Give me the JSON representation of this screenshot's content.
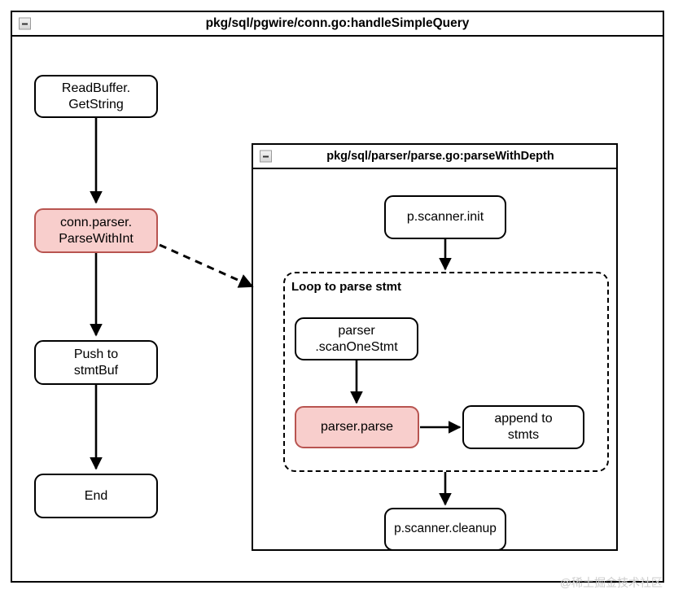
{
  "outer": {
    "title": "pkg/sql/pgwire/conn.go:handleSimpleQuery",
    "collapse_icon": "minus-box-icon"
  },
  "inner": {
    "title": "pkg/sql/parser/parse.go:parseWithDepth",
    "collapse_icon": "minus-box-icon"
  },
  "loop": {
    "label": "Loop to parse stmt"
  },
  "nodes": {
    "read_buffer": "ReadBuffer.\nGetString",
    "conn_parser": "conn.parser.\nParseWithInt",
    "push_stmtbuf": "Push to\nstmtBuf",
    "end": "End",
    "scanner_init": "p.scanner.init",
    "scan_one_stmt": "parser\n.scanOneStmt",
    "parser_parse": "parser.parse",
    "append_stmts": "append to\nstmts",
    "scanner_cleanup": "p.scanner.cleanup"
  },
  "colors": {
    "highlight_fill": "#f8cecc",
    "highlight_stroke": "#b85450",
    "stroke": "#000000",
    "background": "#ffffff",
    "watermark": "#cccccc"
  },
  "watermark": "@稀土掘金技术社区"
}
